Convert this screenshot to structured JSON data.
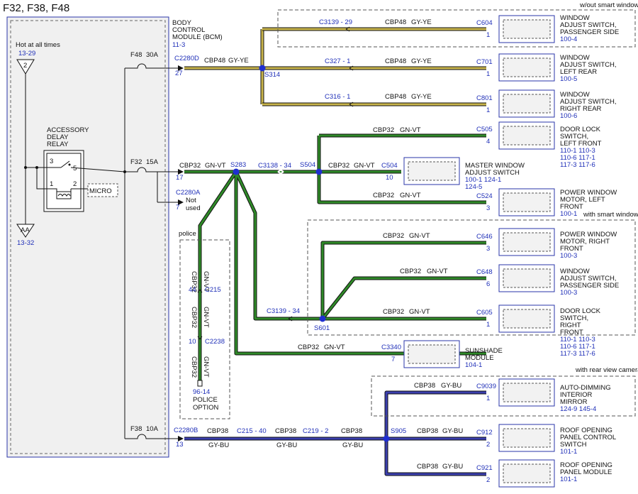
{
  "page_title": "F32, F38, F48",
  "colors": {
    "wire_yellow": "#c8b44a",
    "wire_green": "#2f8a28",
    "wire_blue": "#3b3fae",
    "ref_blue": "#1f2fb8",
    "splice": "#1f2fd0",
    "bcm_fill": "#f0f0f0"
  },
  "bcm": {
    "title_lines": [
      "BODY",
      "CONTROL",
      "MODULE (BCM)"
    ],
    "ref": "11-3",
    "hot_label": "Hot at all times",
    "hot_ref": "13-29",
    "hot_pin": "2",
    "ground_pin": "AA",
    "ground_ref": "13-32",
    "relay_lines": [
      "ACCESSORY",
      "DELAY",
      "RELAY"
    ],
    "relay_pins": [
      "3",
      "5",
      "1",
      "2"
    ],
    "micro_label": "MICRO"
  },
  "fuses": [
    {
      "name": "F48",
      "amps": "30A"
    },
    {
      "name": "F32",
      "amps": "15A"
    },
    {
      "name": "F38",
      "amps": "10A"
    }
  ],
  "connectors": {
    "c2280d": {
      "name": "C2280D",
      "pin": "27"
    },
    "c2280a": {
      "name": "C2280A",
      "pin": "7",
      "note_lines": [
        "Not",
        "used"
      ]
    },
    "bcm_17": "17",
    "c2280b": {
      "name": "C2280B",
      "pin": "13"
    }
  },
  "splices": {
    "s314": "S314",
    "s283": "S283",
    "s504": "S504",
    "s601": "S601",
    "s905": "S905"
  },
  "wire_labels": {
    "cbp48": "CBP48",
    "gy_ye": "GY-YE",
    "cbp32": "CBP32",
    "gn_vt": "GN-VT",
    "cbp38": "CBP38",
    "gy_bu": "GY-BU"
  },
  "inline_connectors": {
    "c3139_29": "C3139 - 29",
    "c327_1": "C327 - 1",
    "c316_1": "C316 - 1",
    "c3138_34": "C3138 - 34",
    "c3139_34": "C3139 - 34",
    "c215_40": "C215 - 40",
    "c219_2": "C219 - 2"
  },
  "sections": {
    "without_smart": "w/out smart window",
    "with_smart": "with smart window",
    "rear_camera": "with rear view camera"
  },
  "police": {
    "label": "police",
    "c215": "C215",
    "c215_pin": "44",
    "c2238": "C2238",
    "c2238_pin": "10",
    "ref": "96-14",
    "option_lines": [
      "POLICE",
      "OPTION"
    ]
  },
  "components": [
    {
      "key": "c604",
      "connector": "C604",
      "pin": "1",
      "lines": [
        "WINDOW",
        "ADJUST SWITCH,",
        "PASSENGER SIDE"
      ],
      "refs": [
        "100-4"
      ]
    },
    {
      "key": "c701",
      "connector": "C701",
      "pin": "1",
      "lines": [
        "WINDOW",
        "ADJUST SWITCH,",
        "LEFT REAR"
      ],
      "refs": [
        "100-5"
      ]
    },
    {
      "key": "c801",
      "connector": "C801",
      "pin": "1",
      "lines": [
        "WINDOW",
        "ADJUST SWITCH,",
        "RIGHT REAR"
      ],
      "refs": [
        "100-6"
      ]
    },
    {
      "key": "c505",
      "connector": "C505",
      "pin": "4",
      "lines": [
        "DOOR LOCK",
        "SWITCH,",
        "LEFT FRONT"
      ],
      "refs": [
        "110-1  110-3",
        "110-6  117-1",
        "117-3  117-6"
      ]
    },
    {
      "key": "c504",
      "connector": "C504",
      "pin": "10",
      "lines": [
        "MASTER WINDOW",
        "ADJUST SWITCH"
      ],
      "refs": [
        "100-1  124-1",
        "124-5"
      ]
    },
    {
      "key": "c524",
      "connector": "C524",
      "pin": "3",
      "lines": [
        "POWER WINDOW",
        "MOTOR, LEFT",
        "FRONT"
      ],
      "refs": [
        "100-1"
      ]
    },
    {
      "key": "c646",
      "connector": "C646",
      "pin": "3",
      "lines": [
        "POWER WINDOW",
        "MOTOR, RIGHT",
        "FRONT"
      ],
      "refs": [
        "100-3"
      ]
    },
    {
      "key": "c648",
      "connector": "C648",
      "pin": "6",
      "lines": [
        "WINDOW",
        "ADJUST SWITCH,",
        "PASSENGER SIDE"
      ],
      "refs": [
        "100-3"
      ]
    },
    {
      "key": "c605",
      "connector": "C605",
      "pin": "1",
      "lines": [
        "DOOR LOCK",
        "SWITCH,",
        "RIGHT",
        "FRONT"
      ],
      "refs": [
        "110-1  110-3",
        "110-6  117-1",
        "117-3  117-6"
      ]
    },
    {
      "key": "c3340",
      "connector": "C3340",
      "pin": "7",
      "lines": [
        "SUNSHADE",
        "MODULE"
      ],
      "refs": [
        "104-1"
      ]
    },
    {
      "key": "c9039",
      "connector": "C9039",
      "pin": "1",
      "lines": [
        "AUTO-DIMMING",
        "INTERIOR",
        "MIRROR"
      ],
      "refs": [
        "124-9  145-4"
      ]
    },
    {
      "key": "c912",
      "connector": "C912",
      "pin": "2",
      "lines": [
        "ROOF OPENING",
        "PANEL CONTROL",
        "SWITCH"
      ],
      "refs": [
        "101-1"
      ]
    },
    {
      "key": "c921",
      "connector": "C921",
      "pin": "2",
      "lines": [
        "ROOF OPENING",
        "PANEL MODULE"
      ],
      "refs": [
        "101-1"
      ]
    }
  ]
}
